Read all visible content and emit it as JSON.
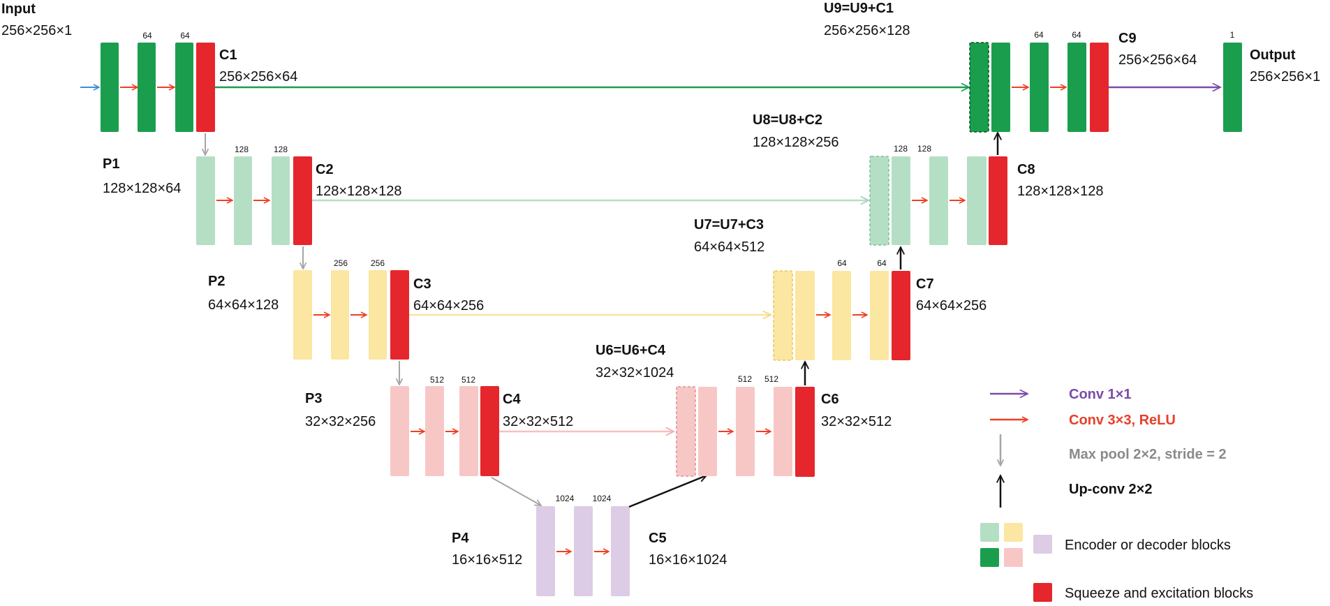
{
  "colors": {
    "green_dark": "#1A9E4E",
    "green_light": "#B5DFC5",
    "yellow": "#FBE6A2",
    "pink": "#F7C7C6",
    "lavender": "#DDCCE5",
    "se_red": "#E5262C",
    "arrow_conv3": "#F04023",
    "arrow_conv1": "#7B4BA8",
    "arrow_pool": "#A5A5A5",
    "arrow_up": "#111111",
    "arrow_input": "#3B8FD9",
    "text_conv1": "#7B4BA8",
    "text_conv3": "#E5402B",
    "text_pool": "#8A8A8A",
    "text_up": "#111111"
  },
  "labels": {
    "input_name": "Input",
    "input_dim": "256×256×1",
    "c1_name": "C1",
    "c1_dim": "256×256×64",
    "p1_name": "P1",
    "p1_dim": "128×128×64",
    "c2_name": "C2",
    "c2_dim": "128×128×128",
    "p2_name": "P2",
    "p2_dim": "64×64×128",
    "c3_name": "C3",
    "c3_dim": "64×64×256",
    "p3_name": "P3",
    "p3_dim": "32×32×256",
    "c4_name": "C4",
    "c4_dim": "32×32×512",
    "p4_name": "P4",
    "p4_dim": "16×16×512",
    "c5_name": "C5",
    "c5_dim": "16×16×1024",
    "u6_name": "U6=U6+C4",
    "u6_dim": "32×32×1024",
    "c6_name": "C6",
    "c6_dim": "32×32×512",
    "u7_name": "U7=U7+C3",
    "u7_dim": "64×64×512",
    "c7_name": "C7",
    "c7_dim": "64×64×256",
    "u8_name": "U8=U8+C2",
    "u8_dim": "128×128×256",
    "c8_name": "C8",
    "c8_dim": "128×128×128",
    "u9_name": "U9=U9+C1",
    "u9_dim": "256×256×128",
    "c9_name": "C9",
    "c9_dim": "256×256×64",
    "output_name": "Output",
    "output_dim": "256×256×1"
  },
  "channels": {
    "l1a": "64",
    "l1b": "64",
    "l2a": "128",
    "l2b": "128",
    "l3a": "256",
    "l3b": "256",
    "l4a": "512",
    "l4b": "512",
    "l5a": "1024",
    "l5b": "1024",
    "r4a": "512",
    "r4b": "512",
    "r3a": "64",
    "r3b": "64",
    "r2a": "128",
    "r2b": "128",
    "r1a": "64",
    "r1b": "64",
    "out": "1"
  },
  "legend": {
    "conv1": "Conv 1×1",
    "conv3": "Conv 3×3, ReLU",
    "pool": "Max pool 2×2, stride = 2",
    "upconv": "Up-conv 2×2",
    "blocks": "Encoder or decoder blocks",
    "se": "Squeeze and excitation blocks"
  }
}
